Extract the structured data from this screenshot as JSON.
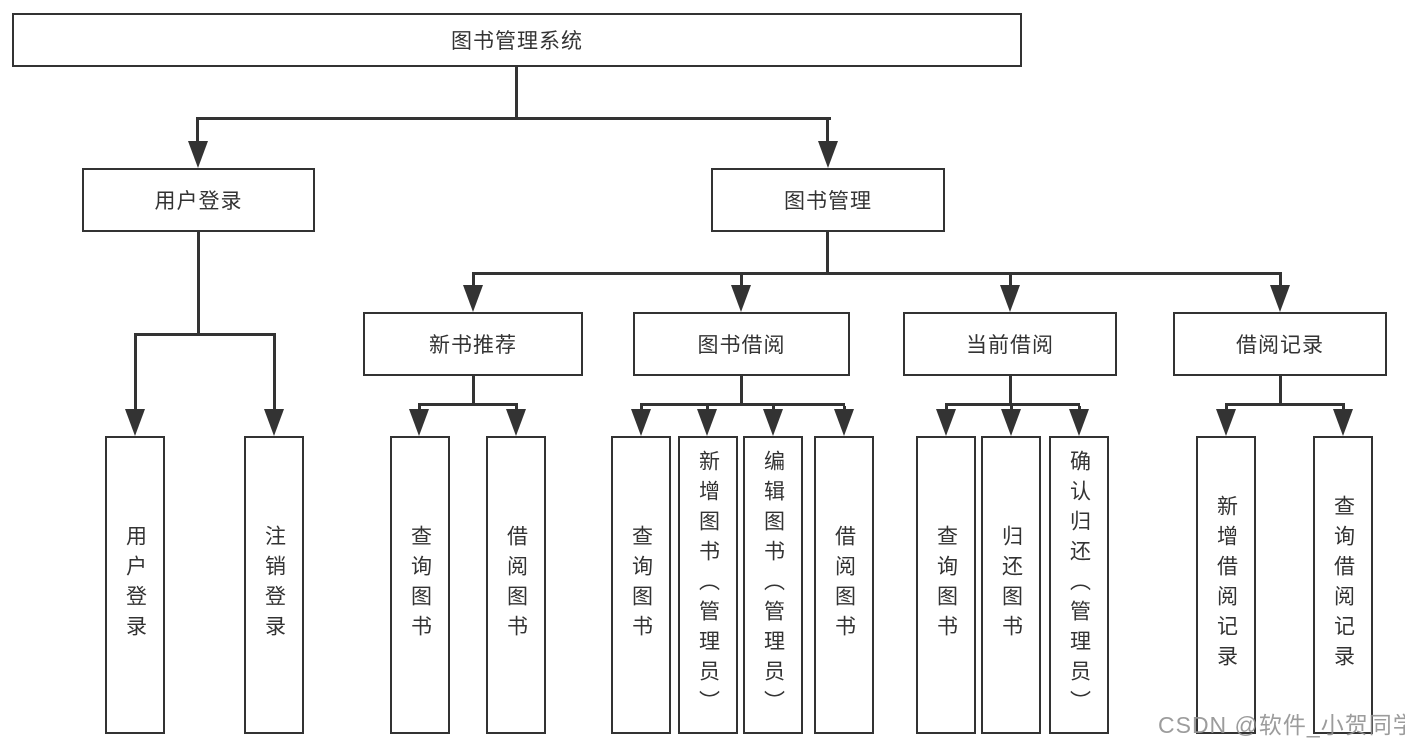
{
  "diagram_type": "hierarchy-tree",
  "colors": {
    "line": "#333333",
    "box_border": "#333333",
    "box_background": "#ffffff",
    "watermark": "#919191"
  },
  "tree": {
    "root": "图书管理系统",
    "branches": [
      {
        "label": "用户登录",
        "children": [
          "用户登录",
          "注销登录"
        ]
      },
      {
        "label": "图书管理",
        "children": [
          {
            "label": "新书推荐",
            "children": [
              "查询图书",
              "借阅图书"
            ]
          },
          {
            "label": "图书借阅",
            "children": [
              "查询图书",
              "新增图书（管理员）",
              "编辑图书（管理员）",
              "借阅图书"
            ]
          },
          {
            "label": "当前借阅",
            "children": [
              "查询图书",
              "归还图书",
              "确认归还（管理员）"
            ]
          },
          {
            "label": "借阅记录",
            "children": [
              "新增借阅记录",
              "查询借阅记录"
            ]
          }
        ]
      }
    ]
  },
  "watermark": "CSDN @软件_小贺同学"
}
